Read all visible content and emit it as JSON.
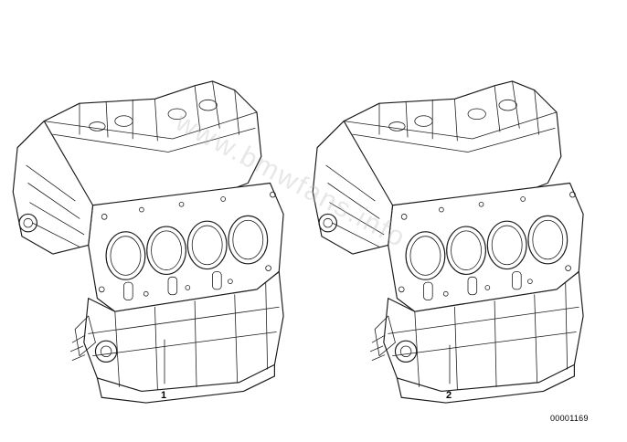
{
  "callouts": [
    {
      "label": "1"
    },
    {
      "label": "2"
    }
  ],
  "document_id": "00001169",
  "watermark": "www.bmwfans.info"
}
